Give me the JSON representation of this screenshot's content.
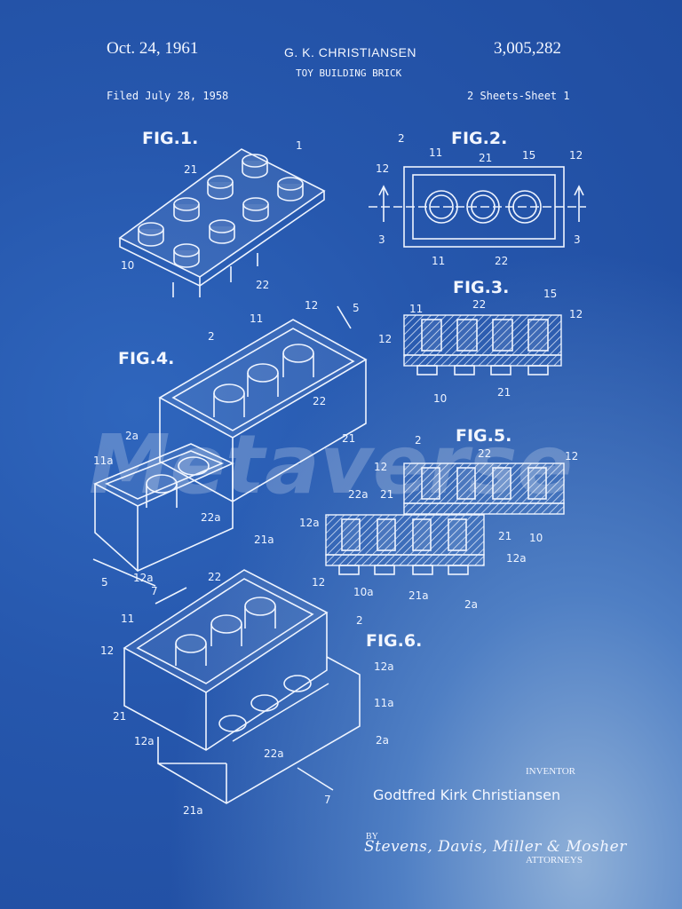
{
  "header": {
    "date": "Oct. 24, 1961",
    "inventor_short": "G. K. CHRISTIANSEN",
    "patent_number": "3,005,282",
    "title": "TOY BUILDING BRICK",
    "filed": "Filed July 28, 1958",
    "sheet": "2 Sheets-Sheet 1"
  },
  "figures": {
    "fig1": {
      "label": "FIG.1.",
      "refs": [
        "1",
        "21",
        "10",
        "22"
      ]
    },
    "fig2": {
      "label": "FIG.2.",
      "refs": [
        "2",
        "11",
        "21",
        "15",
        "12",
        "12",
        "3",
        "3",
        "11",
        "22"
      ]
    },
    "fig3": {
      "label": "FIG.3.",
      "refs": [
        "11",
        "22",
        "15",
        "12",
        "12",
        "10",
        "21"
      ]
    },
    "fig4": {
      "label": "FIG.4.",
      "refs": [
        "11",
        "12",
        "5",
        "2",
        "22",
        "21",
        "2a",
        "11a",
        "22a",
        "21a",
        "5",
        "12a"
      ]
    },
    "fig5": {
      "label": "FIG.5.",
      "refs": [
        "2",
        "22",
        "12",
        "12",
        "22a",
        "21",
        "12a",
        "21",
        "10",
        "12a",
        "10a",
        "21a",
        "2a"
      ]
    },
    "fig6": {
      "label": "FIG.6.",
      "refs": [
        "7",
        "22",
        "12",
        "11",
        "2",
        "12",
        "12a",
        "11a",
        "21",
        "12a",
        "22a",
        "2a",
        "21a",
        "7"
      ]
    }
  },
  "watermark": "Metaverse",
  "footer": {
    "inventor_label": "INVENTOR",
    "inventor_name": "Godtfred Kirk Christiansen",
    "by": "BY",
    "attorneys_signature": "Stevens, Davis, Miller & Mosher",
    "attorneys_label": "ATTORNEYS"
  },
  "colors": {
    "background": "#2657ad",
    "ink": "#eef4ff"
  }
}
